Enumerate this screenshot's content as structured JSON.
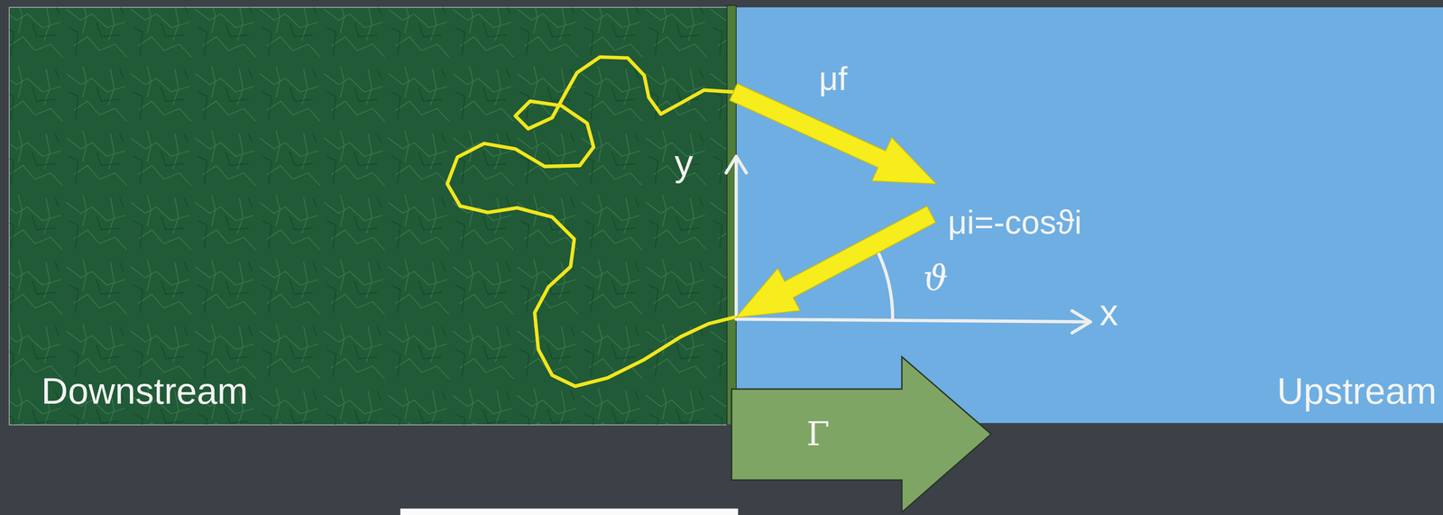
{
  "diagram": {
    "nodes": [
      {
        "text": [
          "Downstream"
        ]
      },
      {
        "text": [
          "Upstream"
        ]
      },
      {
        "text": [
          "Γ"
        ]
      }
    ],
    "labels": [
      "μf",
      "y",
      "μi=-cosϑi",
      "ϑ",
      "x"
    ]
  }
}
